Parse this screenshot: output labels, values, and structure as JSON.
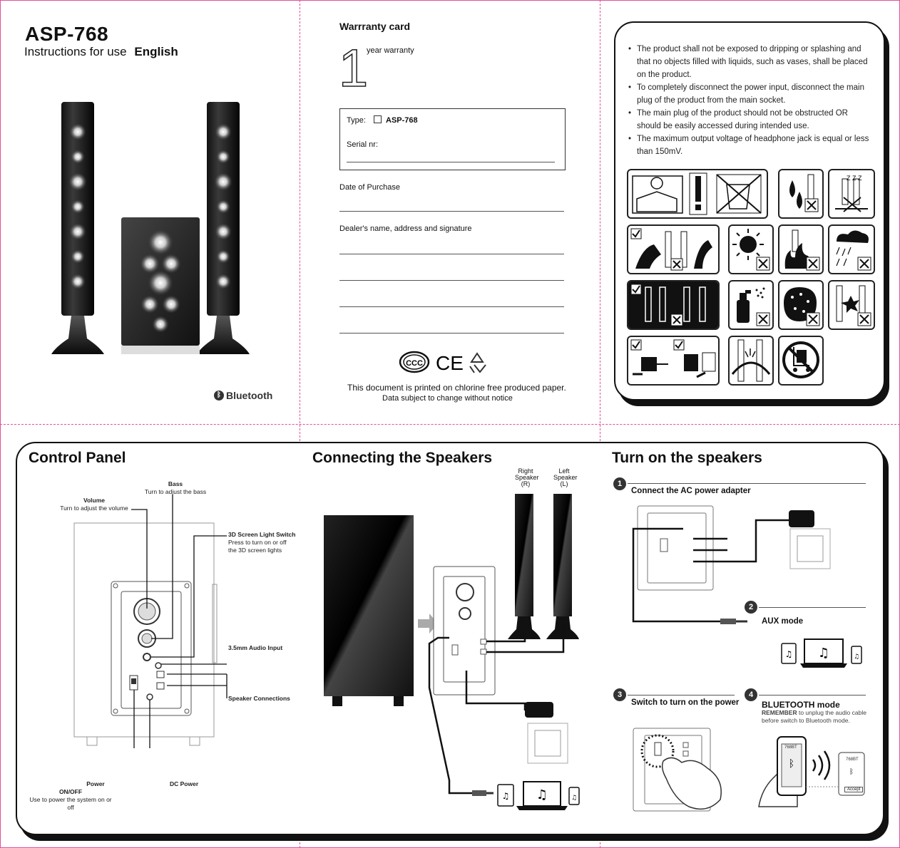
{
  "cover": {
    "model": "ASP-768",
    "subtitle": "Instructions for use",
    "language": "English",
    "bluetooth_logo": "Bluetooth"
  },
  "warranty": {
    "title": "Warrranty card",
    "big_number": "1",
    "period": "year warranty",
    "type_label": "Type:",
    "type_value": "ASP-768",
    "serial_label": "Serial nr:",
    "date_label": "Date of Purchase",
    "dealer_label": "Dealer's name, address and signature",
    "cert_marks": [
      "CCC",
      "CE",
      "recycle"
    ],
    "paper_note": "This document is printed on chlorine free produced paper.",
    "change_note": "Data subject to change without notice"
  },
  "safety": {
    "bullets": [
      "The product shall not be exposed to dripping or splashing and that no objects filled with liquids, such as vases, shall be placed on the product.",
      "To completely disconnect the power input, disconnect the main plug of the product from the main socket.",
      "The main plug of the product should not be obstructed OR should be easily accessed during intended use.",
      "The maximum output voltage of headphone jack is equal or less than 150mV."
    ],
    "icons": [
      "read-manual-icon",
      "warning-icon",
      "no-bin-icon",
      "no-liquid-icon",
      "no-stack-icon",
      "clean-ok-icon",
      "no-sun-icon",
      "no-fire-icon",
      "no-rain-icon",
      "ventilation-icon",
      "no-spray-icon",
      "no-dust-icon",
      "no-impact-icon",
      "unplug-ok-icon",
      "no-cable-damage-icon",
      "no-cart-icon"
    ]
  },
  "control_panel": {
    "title": "Control Panel",
    "bass_title": "Bass",
    "bass_desc": "Turn to adjust the bass",
    "volume_title": "Volume",
    "volume_desc": "Turn to adjust the volume",
    "light_title": "3D Screen Light Switch",
    "light_desc1": "Press to turn on or off",
    "light_desc2": "the 3D screen  lights",
    "audio_input": "3.5mm Audio Input",
    "speaker_conn": "Speaker Connections",
    "power_title": "Power ON/OFF",
    "power_desc": "Use to power the system on or off",
    "dc_power": "DC Power"
  },
  "connecting": {
    "title": "Connecting the Speakers",
    "right_label1": "Right",
    "right_label2": "Speaker",
    "right_label3": "(R)",
    "left_label1": "Left",
    "left_label2": "Speaker",
    "left_label3": "(L)"
  },
  "turn_on": {
    "title": "Turn on the speakers",
    "step1_num": "1",
    "step1": "Connect the AC power adapter",
    "step2_num": "2",
    "step2": "AUX mode",
    "step3_num": "3",
    "step3": "Switch to turn on the power",
    "step4_num": "4",
    "step4": "BLUETOOTH mode",
    "step4_note_bold": "REMEMBER",
    "step4_note": "to unplug the audio cable before switch to Bluetooth mode.",
    "phone_label": "768BT",
    "popup_label": "768BT",
    "accept_label": "Accept"
  },
  "colors": {
    "fold": "#e0509a",
    "ink": "#111111"
  }
}
